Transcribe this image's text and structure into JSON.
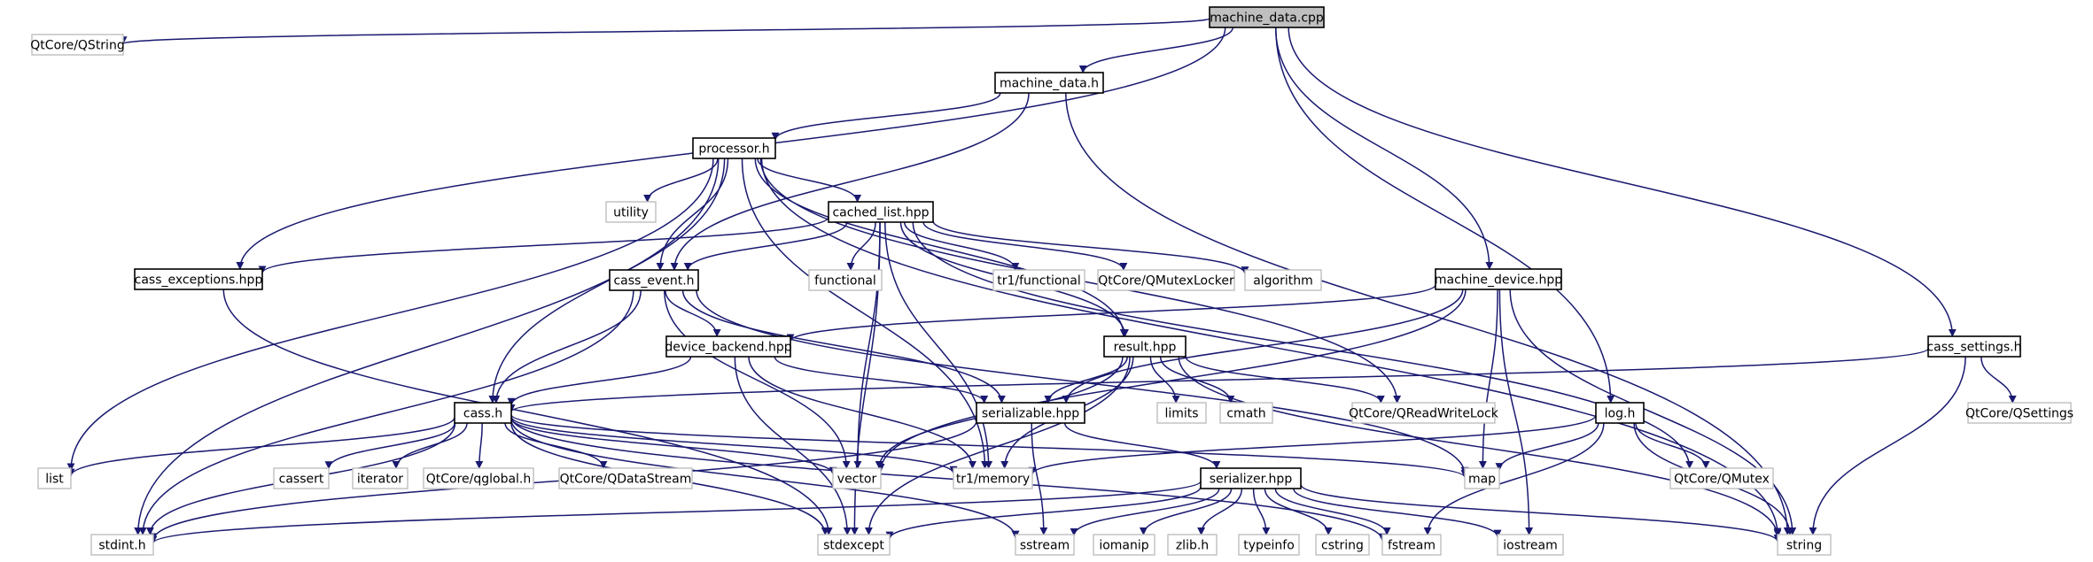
{
  "colors": {
    "edge": "#191970",
    "root_fill": "#bfbfbf",
    "external_border": "#bfbfbf",
    "project_border": "#000000"
  },
  "nodes": {
    "machine_data_cpp": "machine_data.cpp",
    "qtcore_qstring": "QtCore/QString",
    "machine_data_h": "machine_data.h",
    "processor_h": "processor.h",
    "utility": "utility",
    "cached_list_hpp": "cached_list.hpp",
    "cass_exceptions_hpp": "cass_exceptions.hpp",
    "cass_event_h": "cass_event.h",
    "functional": "functional",
    "tr1_functional": "tr1/functional",
    "qtcore_qmutexlocker": "QtCore/QMutexLocker",
    "algorithm": "algorithm",
    "machine_device_hpp": "machine_device.hpp",
    "device_backend_hpp": "device_backend.hpp",
    "result_hpp": "result.hpp",
    "cass_settings_h": "cass_settings.h",
    "cass_h": "cass.h",
    "serializable_hpp": "serializable.hpp",
    "limits": "limits",
    "cmath": "cmath",
    "qtcore_qreadwritelock": "QtCore/QReadWriteLock",
    "log_h": "log.h",
    "qtcore_qsettings": "QtCore/QSettings",
    "list": "list",
    "cassert": "cassert",
    "iterator": "iterator",
    "qtcore_qglobal_h": "QtCore/qglobal.h",
    "qtcore_qdatastream": "QtCore/QDataStream",
    "vector": "vector",
    "tr1_memory": "tr1/memory",
    "map": "map",
    "qtcore_qmutex": "QtCore/QMutex",
    "serializer_hpp": "serializer.hpp",
    "stdint_h": "stdint.h",
    "stdexcept": "stdexcept",
    "sstream": "sstream",
    "iomanip": "iomanip",
    "zlib_h": "zlib.h",
    "typeinfo": "typeinfo",
    "cstring": "cstring",
    "fstream": "fstream",
    "iostream": "iostream",
    "string": "string"
  }
}
